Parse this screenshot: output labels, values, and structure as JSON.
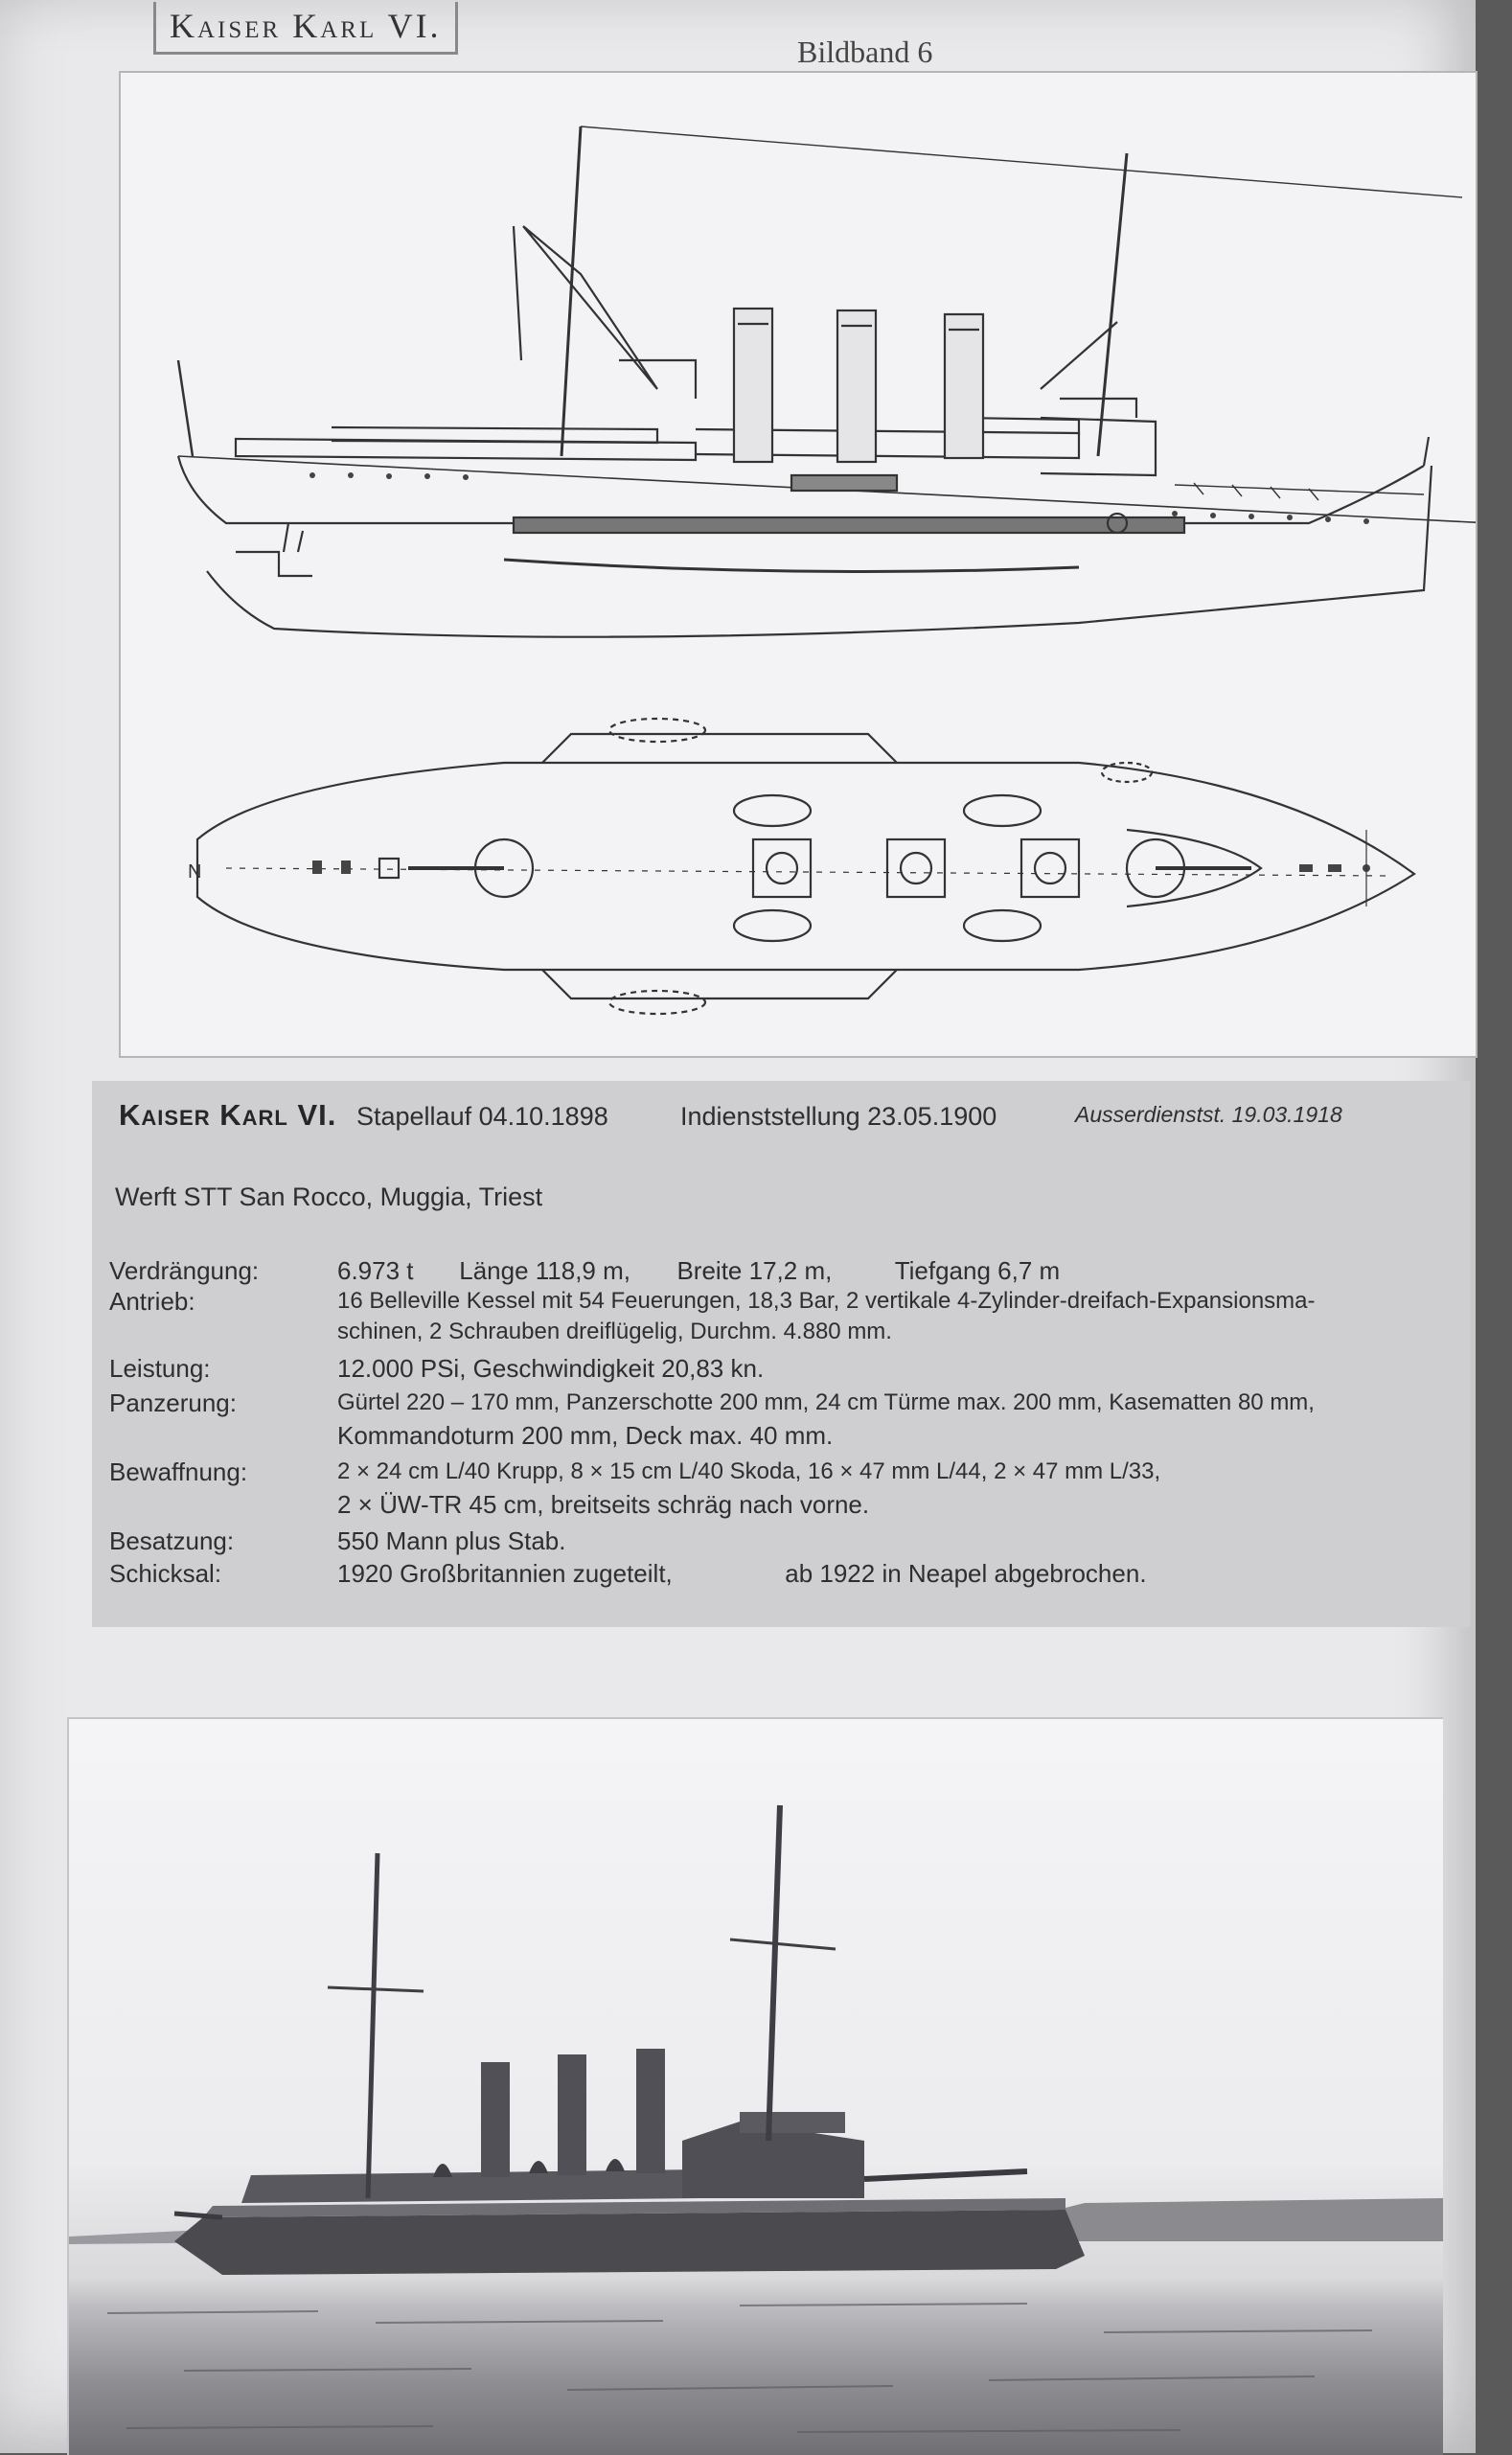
{
  "header": {
    "running_title": "Kaiser Karl VI.",
    "series": "Bildband 6"
  },
  "plate": {
    "bow_label": "N"
  },
  "data_box": {
    "ship_name": "Kaiser Karl VI.",
    "launch": "Stapellauf 04.10.1898",
    "commission": "Indienststellung 23.05.1900",
    "decommission": "Ausserdienstst. 19.03.1918",
    "yard": "Werft STT San Rocco, Muggia, Triest",
    "specs": {
      "displacement_label": "Verdrängung:",
      "displacement": "6.973 t",
      "length": "Länge 118,9 m,",
      "beam": "Breite  17,2 m,",
      "draught": "Tiefgang 6,7 m",
      "propulsion_label": "Antrieb:",
      "propulsion_1": "16 Belleville Kessel mit 54 Feuerungen, 18,3 Bar, 2 vertikale 4-Zylinder-dreifach-Expansionsma-",
      "propulsion_2": "schinen, 2 Schrauben dreiflügelig, Durchm. 4.880 mm.",
      "power_label": "Leistung:",
      "power": "12.000 PSi, Geschwindigkeit 20,83 kn.",
      "armour_label": "Panzerung:",
      "armour_1": "Gürtel 220 – 170 mm, Panzerschotte 200 mm, 24 cm  Türme max. 200 mm,  Kasematten 80 mm,",
      "armour_2": "Kommandoturm 200 mm, Deck max. 40 mm.",
      "armament_label": "Bewaffnung:",
      "armament_1": "2 × 24 cm L/40 Krupp,  8 × 15 cm L/40 Skoda,  16 × 47 mm L/44, 2 × 47 mm L/33,",
      "armament_2": "2 × ÜW-TR 45 cm, breitseits schräg nach vorne.",
      "crew_label": "Besatzung:",
      "crew": "550 Mann plus Stab.",
      "fate_label": "Schicksal:",
      "fate_1": "1920 Großbritannien zugeteilt,",
      "fate_2": "ab 1922 in Neapel abgebrochen."
    }
  }
}
